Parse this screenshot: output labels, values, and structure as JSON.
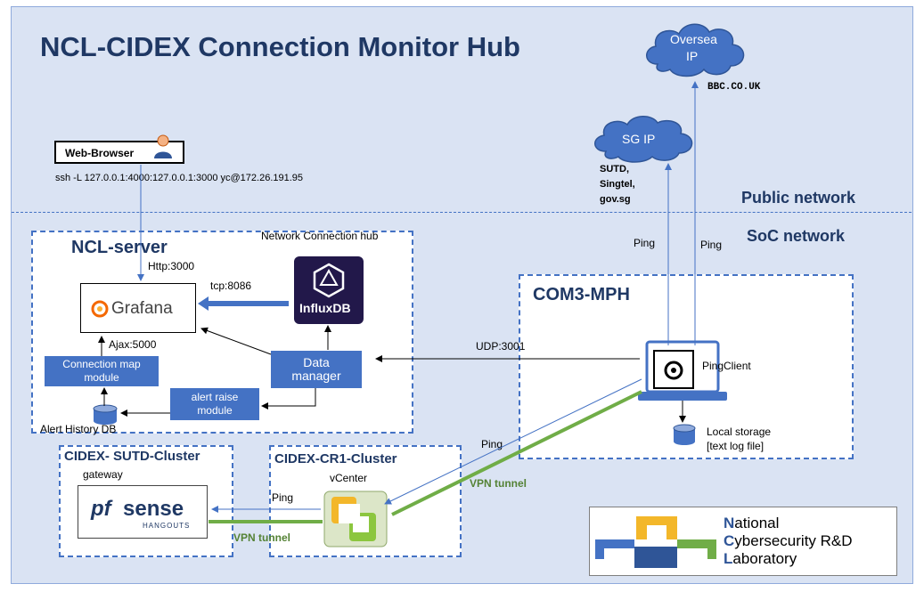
{
  "title": "NCL-CIDEX Connection Monitor Hub",
  "zones": {
    "public": "Public network",
    "soc": "SoC network"
  },
  "clouds": {
    "oversea": {
      "line1": "Oversea",
      "line2": "IP"
    },
    "sg": {
      "label": "SG IP"
    }
  },
  "labels": {
    "bbc": "BBC.CO.UK",
    "sg_sites": [
      "SUTD,",
      "Singtel,",
      "gov.sg"
    ],
    "web_browser": "Web-Browser",
    "ssh_cmd": "ssh -L 127.0.0.1:4000:127.0.0.1:3000 yc@172.26.191.95",
    "ping_left": "Ping",
    "ping_right": "Ping",
    "udp": "UDP:3001",
    "ping_client": "PingClient",
    "local_storage": [
      "Local storage",
      "[text log file]"
    ],
    "ping_diag": "Ping",
    "vpn_tunnel_right": "VPN tunnel",
    "vpn_tunnel_left": "VPN tunnel",
    "ping_vcenter": "Ping",
    "vcenter": "vCenter",
    "gateway": "gateway"
  },
  "ncl_server": {
    "title": "NCL-server",
    "hub_label": "Network Connection hub",
    "http": "Http:3000",
    "tcp": "tcp:8086",
    "ajax": "Ajax:5000",
    "grafana": "Grafana",
    "influx": "InfluxDB",
    "data_manager": [
      "Data",
      "manager"
    ],
    "connection_map": [
      "Connection map",
      "module"
    ],
    "alert_raise": [
      "alert raise",
      "module"
    ],
    "alert_db": "Alert History DB"
  },
  "com3": {
    "title": "COM3-MPH"
  },
  "sutd_cluster": {
    "title": "CIDEX- SUTD-Cluster",
    "pfsense": "sense",
    "pf": "pf",
    "hangouts": "HANGOUTS"
  },
  "cr1_cluster": {
    "title": "CIDEX-CR1-Cluster"
  },
  "ncl_logo": {
    "lines": [
      [
        "N",
        "ational"
      ],
      [
        "C",
        "ybersecurity R&D"
      ],
      [
        "L",
        "aboratory"
      ]
    ]
  },
  "colors": {
    "accent": "#4472c4",
    "title": "#1f3864",
    "green": "#70ad47",
    "bg": "#dae3f3"
  }
}
